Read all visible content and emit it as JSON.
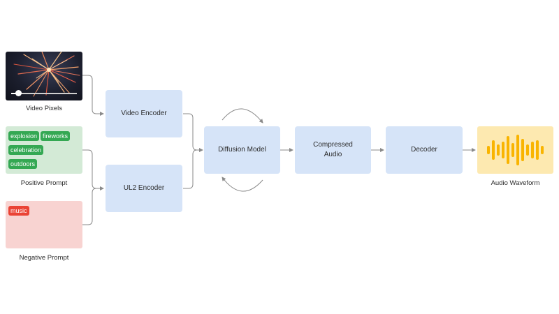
{
  "inputs": {
    "video": {
      "caption": "Video Pixels"
    },
    "positive": {
      "caption": "Positive Prompt",
      "tags": [
        "explosion",
        "fireworks",
        "celebration",
        "outdoors"
      ]
    },
    "negative": {
      "caption": "Negative Prompt",
      "tags": [
        "music"
      ]
    }
  },
  "blocks": {
    "video_encoder": "Video Encoder",
    "ul2_encoder": "UL2 Encoder",
    "diffusion_model": "Diffusion Model",
    "compressed_audio_line1": "Compressed",
    "compressed_audio_line2": "Audio",
    "decoder": "Decoder"
  },
  "output": {
    "caption": "Audio Waveform"
  },
  "colors": {
    "block": "#d6e4f8",
    "positive_bg": "#d3ead6",
    "positive_tag": "#34a853",
    "negative_bg": "#f8d3d1",
    "negative_tag": "#ea4335",
    "waveform_bg": "#fde9b0",
    "waveform_bar": "#f9b400",
    "connector": "#8a8a8a"
  }
}
